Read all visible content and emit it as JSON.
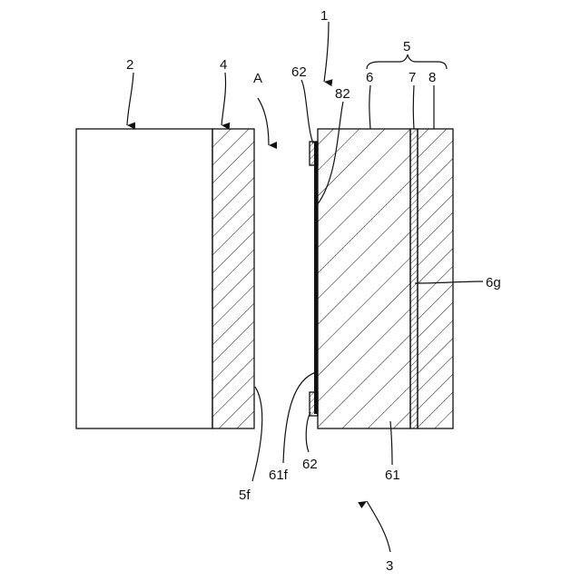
{
  "figure": {
    "labels": {
      "ref_1": "1",
      "ref_2": "2",
      "ref_3": "3",
      "ref_4": "4",
      "ref_5": "5",
      "ref_6": "6",
      "ref_7": "7",
      "ref_8": "8",
      "ref_62_top": "62",
      "ref_62_bottom": "62",
      "ref_82": "82",
      "ref_6g": "6g",
      "ref_61": "61",
      "ref_61f": "61f",
      "ref_5f": "5f",
      "ref_A": "A"
    },
    "colors": {
      "line": "#111111",
      "background": "#ffffff"
    }
  }
}
